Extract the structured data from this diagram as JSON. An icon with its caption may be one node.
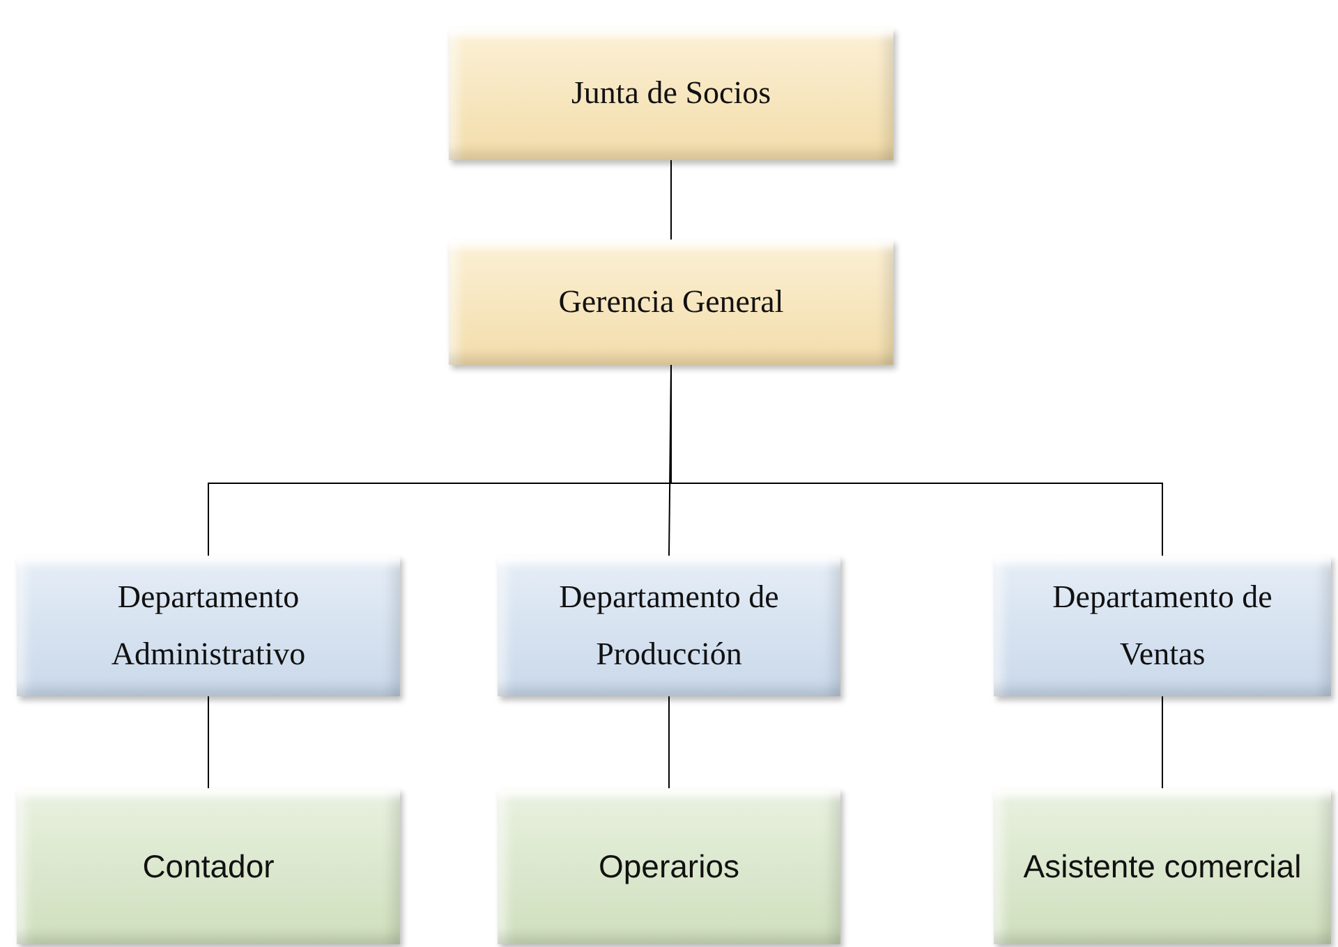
{
  "diagram": {
    "nodes": [
      {
        "text": [
          "Junta de Socios"
        ]
      },
      {
        "text": [
          "Gerencia General"
        ]
      },
      {
        "text": [
          "Departamento Administrativo"
        ]
      },
      {
        "text": [
          "Departamento de Producción"
        ]
      },
      {
        "text": [
          "Departamento de Ventas"
        ]
      },
      {
        "text": [
          "Contador"
        ]
      },
      {
        "text": [
          "Operarios"
        ]
      },
      {
        "text": [
          "Asistente comercial"
        ]
      }
    ],
    "edges": [
      {
        "from": 0,
        "to": 1,
        "arrow": "none"
      },
      {
        "from": 1,
        "to": 2,
        "arrow": "none"
      },
      {
        "from": 1,
        "to": 3,
        "arrow": "none"
      },
      {
        "from": 1,
        "to": 4,
        "arrow": "none"
      },
      {
        "from": 2,
        "to": 5,
        "arrow": "none"
      },
      {
        "from": 3,
        "to": 6,
        "arrow": "none"
      },
      {
        "from": 4,
        "to": 7,
        "arrow": "none"
      }
    ]
  }
}
